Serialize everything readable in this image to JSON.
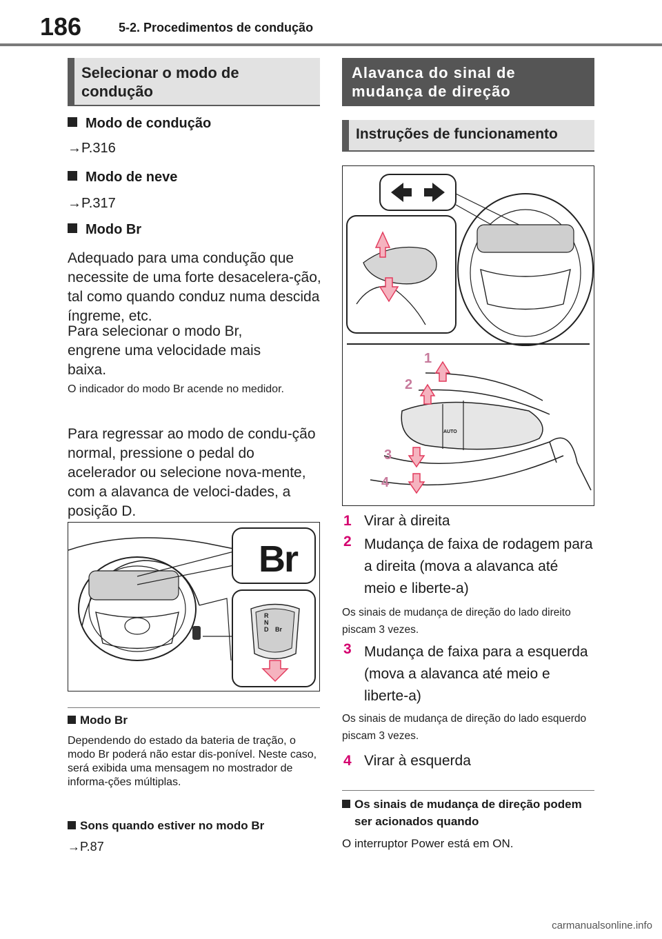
{
  "header": {
    "page_number": "186",
    "section": "5-2. Procedimentos de condução"
  },
  "left": {
    "box_title": "Selecionar o modo de condução",
    "h1": "Modo de condução",
    "ref1": "→P.316",
    "h2": "Modo de neve",
    "ref2": "→P.317",
    "h3": "Modo Br",
    "p1": "Adequado para uma condução que necessite de uma forte desacelera-ção, tal como quando conduz numa descida íngreme, etc.",
    "p2": "Para selecionar o modo Br, engrene uma velocidade mais baixa.",
    "p3": "O indicador do modo Br acende no medidor.",
    "p4": "Para regressar ao modo de condu-ção normal, pressione o pedal do acelerador ou selecione nova-mente, com a alavanca de veloci-dades, a posição D.",
    "figure": {
      "br_label": "Br",
      "gear_letters": [
        "R",
        "N",
        "D",
        "Br"
      ]
    },
    "note1_head": "Modo Br",
    "note1_text": "Dependendo do estado da bateria de tração, o modo Br poderá não estar dis-ponível. Neste caso, será exibida uma mensagem no mostrador de informa-ções múltiplas.",
    "note2_head": "Sons quando estiver no modo Br",
    "note2_ref": "→P.87"
  },
  "right": {
    "box_title": "Alavanca do sinal de mudança de direção",
    "sub_title": "Instruções de funcionamento",
    "figure": {
      "callouts": [
        "1",
        "2",
        "3",
        "4"
      ],
      "lever_label": "AUTO"
    },
    "items": [
      {
        "num": "1",
        "text": "Virar à direita"
      },
      {
        "num": "2",
        "text": "Mudança de faixa de rodagem para a direita (mova a alavanca até meio e liberte-a)"
      },
      {
        "num": "3",
        "text": "Mudança de faixa para a esquerda (mova a alavanca até meio e liberte-a)"
      },
      {
        "num": "4",
        "text": "Virar à esquerda"
      }
    ],
    "note_after_2": "Os sinais de mudança de direção do lado direito piscam 3 vezes.",
    "note_after_3": "Os sinais de mudança de direção do lado esquerdo piscam 3 vezes.",
    "note_head": "Os sinais de mudança de direção podem ser acionados quando",
    "note_text": "O interruptor Power está em ON."
  },
  "colors": {
    "accent": "#d4006e",
    "callout": "#c77a9c",
    "arrow_fill": "#f5b3bf",
    "arrow_stroke": "#e23b5d"
  },
  "watermark": "carmanualsonline.info"
}
